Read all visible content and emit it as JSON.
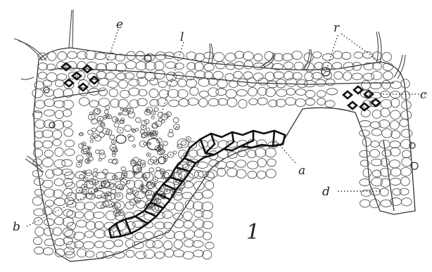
{
  "figure_number": "1",
  "labels": {
    "a": "a",
    "b": "b",
    "c": "c",
    "d": "d",
    "e": "e",
    "l": "l",
    "r": "r"
  },
  "colors": {
    "ink": "#222222",
    "background": "#ffffff"
  }
}
